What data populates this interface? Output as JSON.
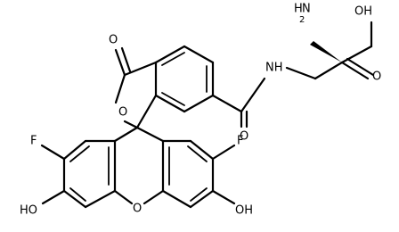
{
  "labels": {
    "oh_acid": "OH",
    "o_acid": "O",
    "nh2": "H",
    "nh2_sub": "N",
    "nh2_digit": "2",
    "nh_amide": "NH",
    "o_amide": "O",
    "o_lactone_carbonyl": "O",
    "o_lactone_ring": "O",
    "f_left": "F",
    "f_right": "F",
    "o_xanthene": "O",
    "ho_left": "HO",
    "oh_right": "OH"
  }
}
